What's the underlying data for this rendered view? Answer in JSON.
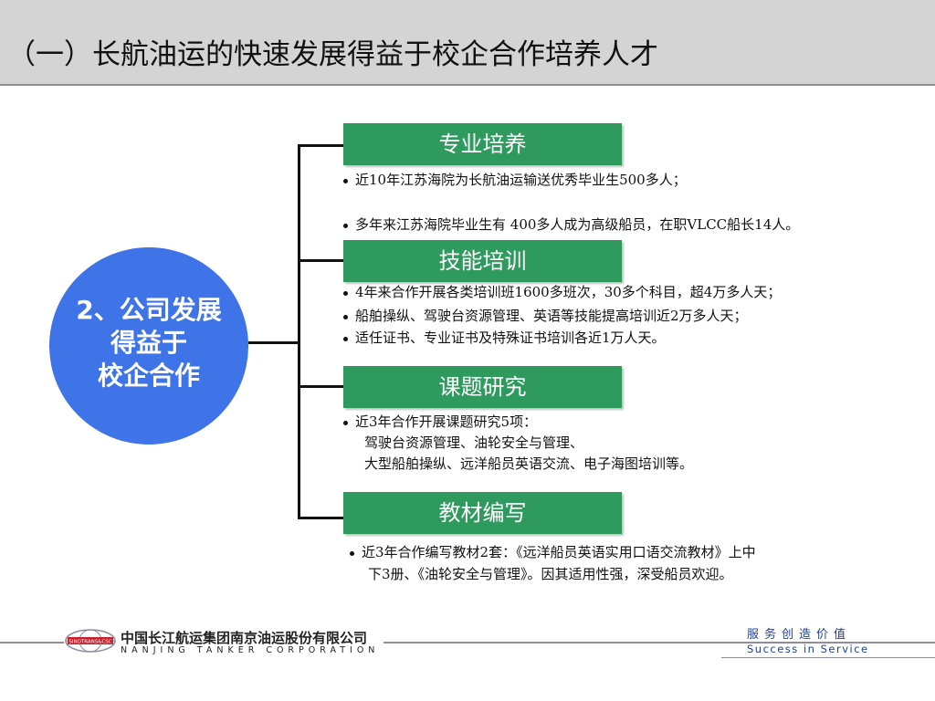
{
  "header": {
    "title": "（一）长航油运的快速发展得益于校企合作培养人才"
  },
  "center": {
    "line1": "2、公司发展",
    "line2": "得益于",
    "line3": "校企合作"
  },
  "sections": [
    {
      "title": "专业培养",
      "bullets": [
        {
          "text": "近10年江苏海院为长航油运输送优秀毕业生500多人；"
        },
        {
          "text": "多年来江苏海院毕业生有 400多人成为高级船员，在职VLCC船长14人。"
        }
      ]
    },
    {
      "title": "技能培训",
      "bullets": [
        {
          "text": "4年来合作开展各类培训班1600多班次，30多个科目，超4万多人天；"
        },
        {
          "text": "船舶操纵、驾驶台资源管理、英语等技能提高培训近2万多人天；"
        },
        {
          "text": "适任证书、专业证书及特殊证书培训各近1万人天。"
        }
      ]
    },
    {
      "title": "课题研究",
      "bullets": [
        {
          "text": "近3年合作开展课题研究5项：",
          "cont": [
            "驾驶台资源管理、油轮安全与管理、",
            "大型船舶操纵、远洋船员英语交流、电子海图培训等。"
          ]
        }
      ]
    },
    {
      "title": "教材编写",
      "bullets": [
        {
          "text": "近3年合作编写教材2套：《远洋船员英语实用口语交流教材》上中",
          "cont": [
            "下3册、《油轮安全与管理》。因其适用性强，深受船员欢迎。"
          ]
        }
      ]
    }
  ],
  "footer": {
    "logo_text": "SINOTRANS&CSC",
    "company_cn": "中国长江航运集团南京油运股份有限公司",
    "company_en": "NANJING TANKER CORPORATION",
    "slogan_cn": "服务创造价值",
    "slogan_en": "Success in Service"
  }
}
